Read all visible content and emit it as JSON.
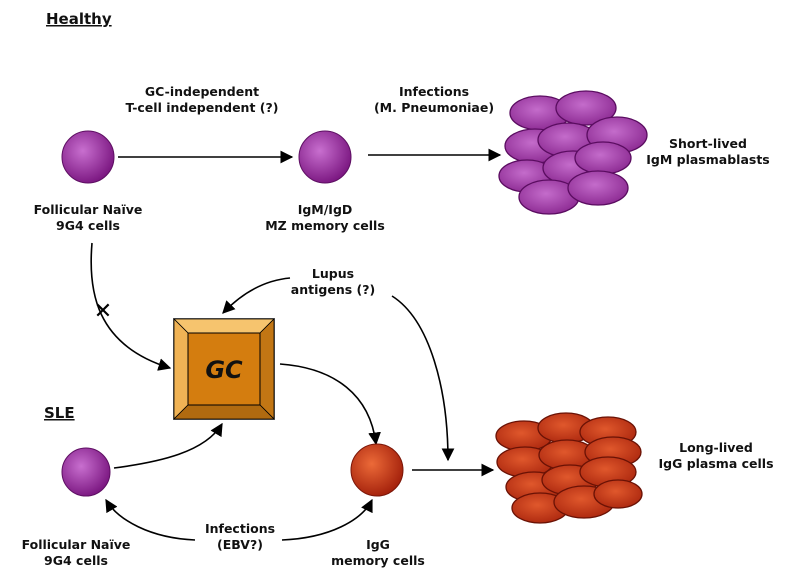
{
  "headers": {
    "healthy": "Healthy",
    "sle": "SLE"
  },
  "labels": {
    "gc_independent_1": "GC-independent",
    "gc_independent_2": "T-cell independent (?)",
    "infections_top_1": "Infections",
    "infections_top_2": "(M. Pneumoniae)",
    "short_lived_1": "Short-lived",
    "short_lived_2": "IgM plasmablasts",
    "naive_top_1": "Follicular Naïve",
    "naive_top_2": "9G4 cells",
    "mz_1": "IgM/IgD",
    "mz_2": "MZ memory cells",
    "lupus_1": "Lupus",
    "lupus_2": "antigens (?)",
    "gc": "GC",
    "long_lived_1": "Long-lived",
    "long_lived_2": "IgG plasma cells",
    "naive_bottom_1": "Follicular Naïve",
    "naive_bottom_2": "9G4 cells",
    "infections_bottom_1": "Infections",
    "infections_bottom_2": "(EBV?)",
    "igg_1": "IgG",
    "igg_2": "memory cells",
    "blocked": "✕"
  },
  "colors": {
    "purple": "#8a1c8e",
    "purple_light": "#c86fcf",
    "red": "#b3260f",
    "red_light": "#ec6a38",
    "gc_outer": "#e8a23c",
    "gc_inner": "#d47d0f"
  }
}
